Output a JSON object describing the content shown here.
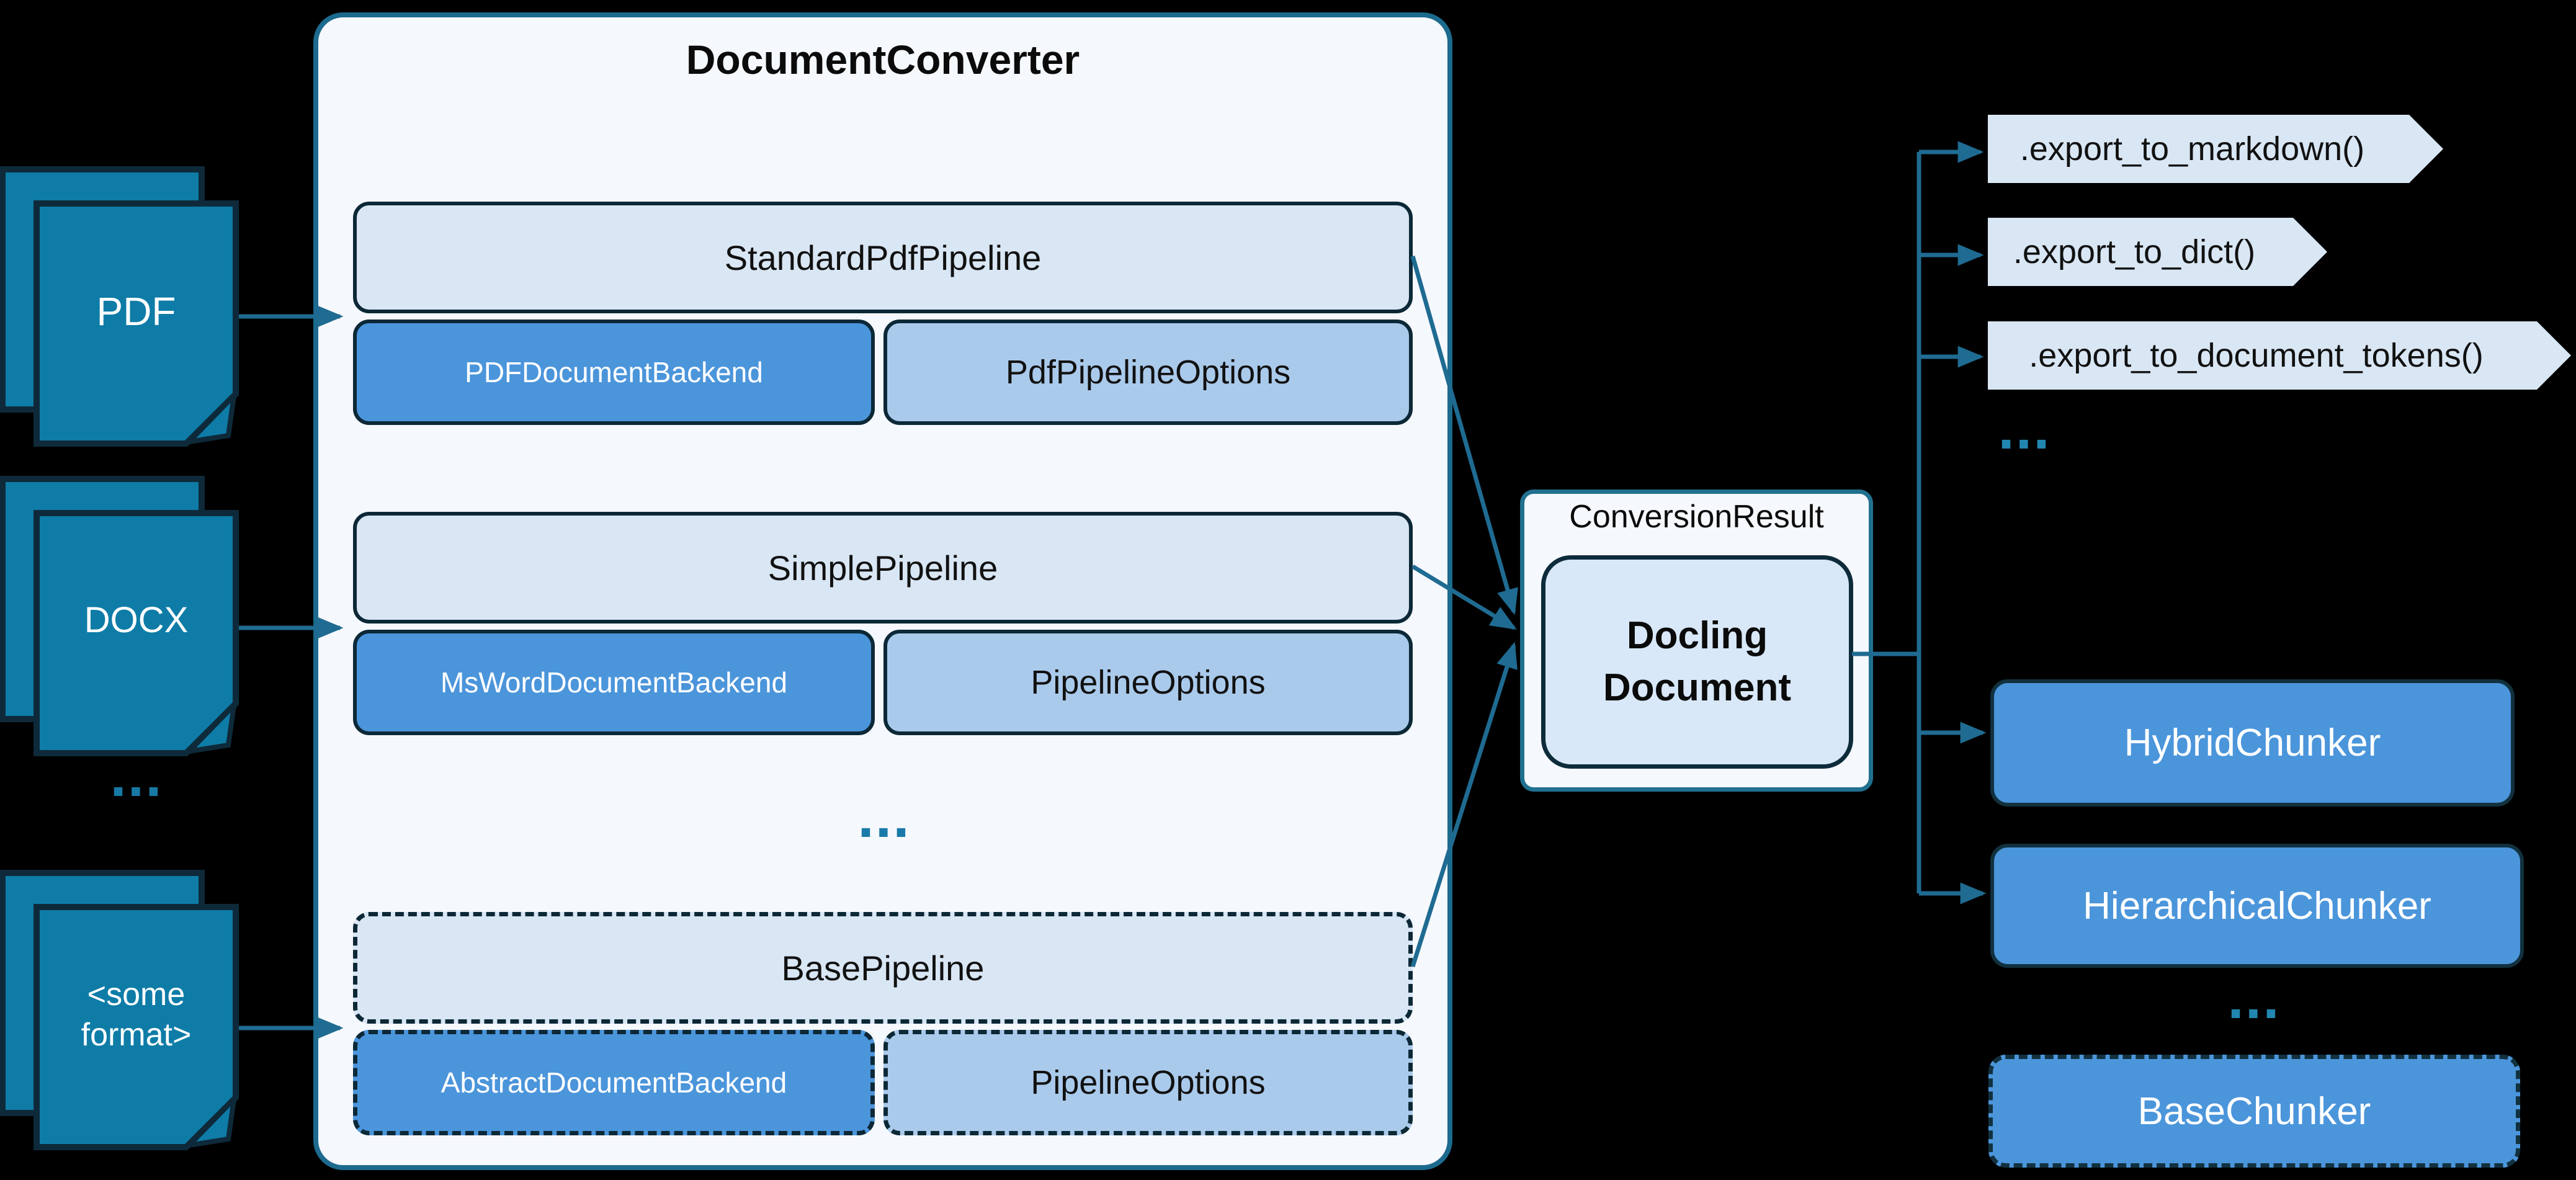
{
  "diagram": {
    "kind": "docling-architecture-diagram",
    "palette": {
      "background": "#000000",
      "document_teal": "#0E7CA7",
      "outline_dark": "#0E2A3A",
      "container_fill": "#F5F8FC",
      "container_border": "#1C6A8E",
      "pipeline_fill": "#D9E6F4",
      "backend_fill": "#4B95DB",
      "options_fill": "#AACAEB",
      "docling_fill": "#D8E8F8",
      "connector_teal": "#1F6B92",
      "chunker_fill": "#4B95DB"
    }
  },
  "inputs": {
    "pdf": "PDF",
    "docx": "DOCX",
    "ellipsis": "...",
    "some_format": "<some format>"
  },
  "converter": {
    "title": "DocumentConverter",
    "ellipsis": "...",
    "pipelines": [
      {
        "title": "StandardPdfPipeline",
        "backend": "PDFDocumentBackend",
        "options": "PdfPipelineOptions",
        "style": "solid"
      },
      {
        "title": "SimplePipeline",
        "backend": "MsWordDocumentBackend",
        "options": "PipelineOptions",
        "style": "solid"
      },
      {
        "title": "BasePipeline",
        "backend": "AbstractDocumentBackend",
        "options": "PipelineOptions",
        "style": "dashed"
      }
    ]
  },
  "result": {
    "label": "ConversionResult",
    "document": "Docling Document"
  },
  "exports": {
    "items": [
      ".export_to_markdown()",
      ".export_to_dict()",
      ".export_to_document_tokens()"
    ],
    "ellipsis": "..."
  },
  "chunkers": {
    "items": [
      "HybridChunker",
      "HierarchicalChunker"
    ],
    "ellipsis": "...",
    "base": "BaseChunker"
  }
}
